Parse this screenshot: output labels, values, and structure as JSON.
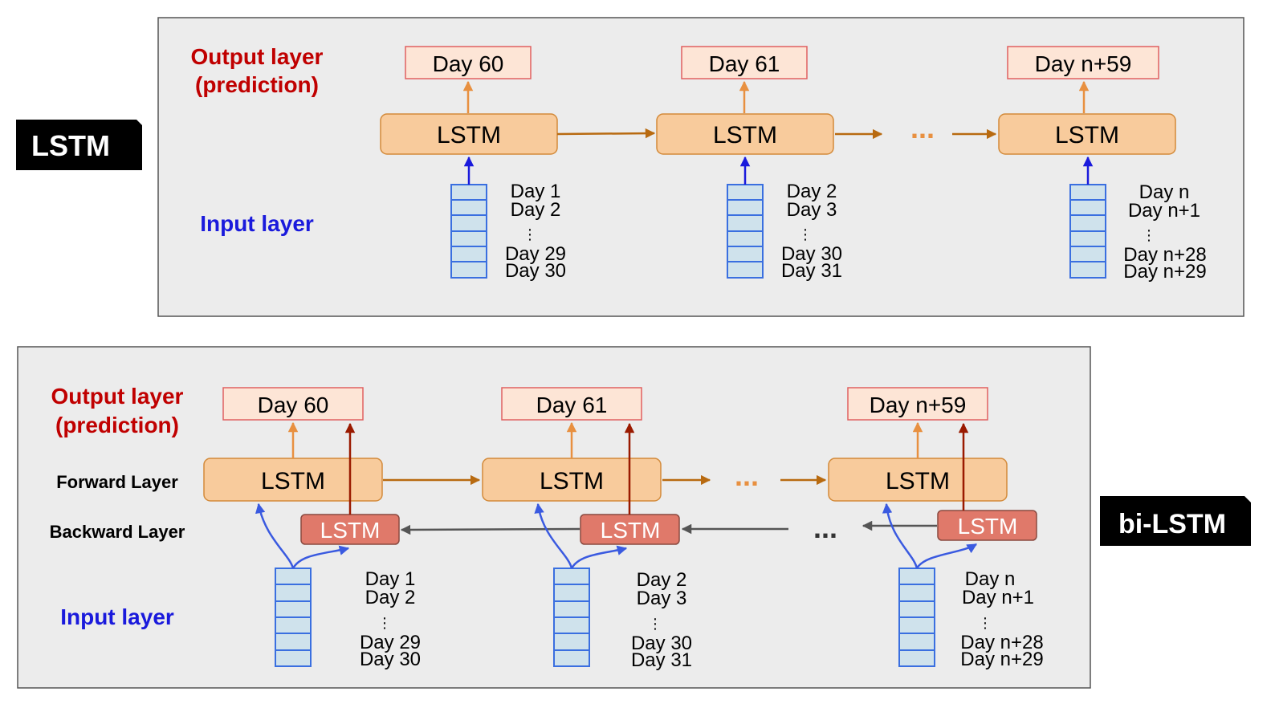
{
  "tags": {
    "lstm": "LSTM",
    "bilstm": "bi-LSTM"
  },
  "labels": {
    "output_line1": "Output layer",
    "output_line2": "(prediction)",
    "input": "Input layer",
    "forward": "Forward Layer",
    "backward": "Backward Layer",
    "ellipsis": "..."
  },
  "cells": {
    "lstm": "LSTM"
  },
  "outputs": [
    "Day 60",
    "Day 61",
    "Day n+59"
  ],
  "inputs": [
    {
      "first": "Day 1",
      "second": "Day 2",
      "dots": "⋮",
      "penult": "Day 29",
      "last": "Day 30"
    },
    {
      "first": "Day 2",
      "second": "Day 3",
      "dots": "⋮",
      "penult": "Day 30",
      "last": "Day 31"
    },
    {
      "first": "Day n",
      "second": "Day n+1",
      "dots": "⋮",
      "penult": "Day n+28",
      "last": "Day n+29"
    }
  ],
  "colors": {
    "panel_bg": "#ececec",
    "panel_border": "#555555",
    "lstm_fill": "#f8cb9c",
    "lstm_stroke": "#d38a3a",
    "backward_fill": "#e0796a",
    "backward_stroke": "#8a4a40",
    "output_fill": "#fde5d6",
    "output_stroke": "#e06060",
    "input_fill": "#cfe2ec",
    "input_stroke": "#3a6fe0",
    "arrow_orange": "#b86a10",
    "arrow_up_orange": "#e89040",
    "arrow_blue": "#1a1adc",
    "arrow_darkred": "#9a1a00",
    "arrow_gray": "#555555",
    "arrow_curve_blue": "#3a5ae0"
  }
}
